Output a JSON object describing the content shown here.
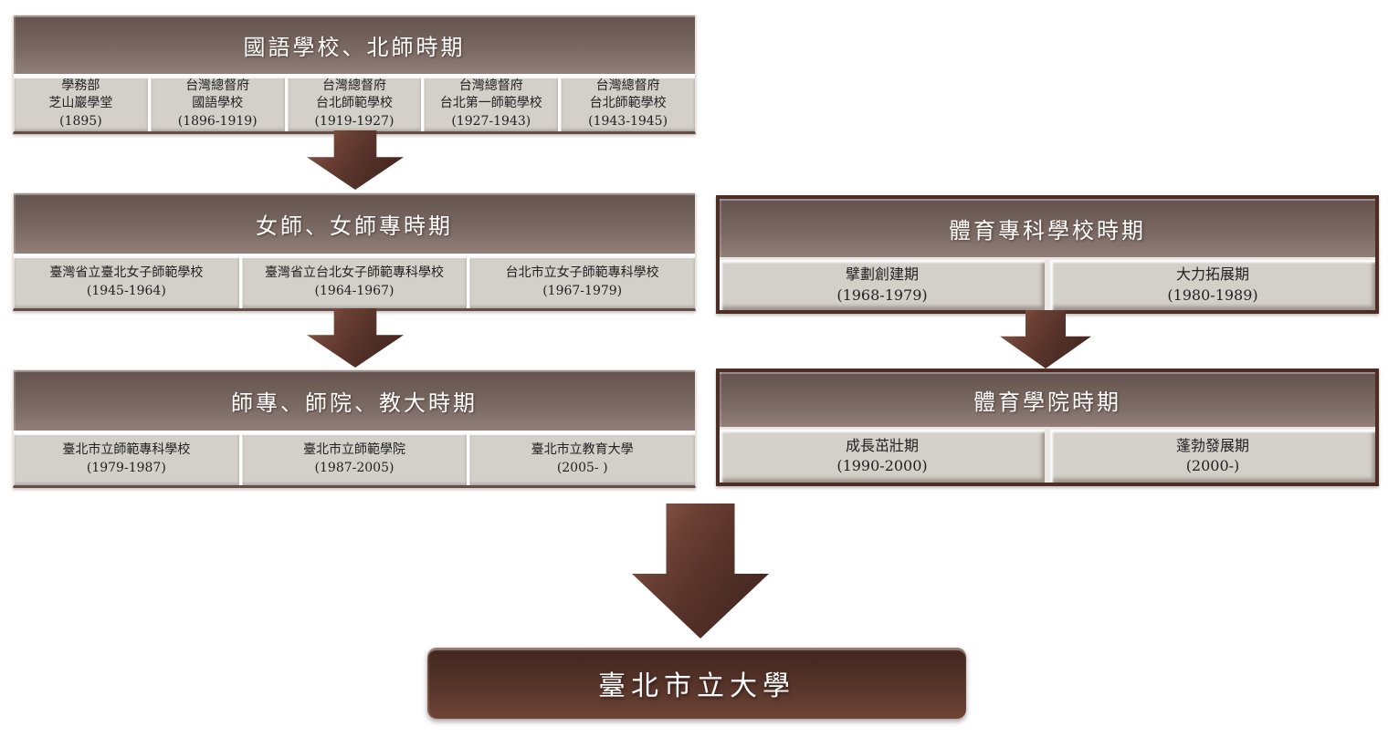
{
  "diagram": {
    "subject": "臺北市立大學",
    "colors": {
      "header_gradient_top": "#635250",
      "header_gradient_bottom": "#927f79",
      "cell_background": "#d3cfc9",
      "cell_text": "#222222",
      "arrow_brown": "#56322a",
      "frame_brown": "#4e2d24",
      "final_gradient_top": "#41261e",
      "final_gradient_bottom": "#6f4437",
      "background": "#ffffff"
    }
  },
  "groups": [
    {
      "header": "國語學校、北師時期",
      "items": [
        {
          "line1": "學務部",
          "line2": "芝山巖學堂",
          "years": "(1895)"
        },
        {
          "line1": "台灣總督府",
          "line2": "國語學校",
          "years": "(1896-1919)"
        },
        {
          "line1": "台灣總督府",
          "line2": "台北師範學校",
          "years": "(1919-1927)"
        },
        {
          "line1": "台灣總督府",
          "line2": "台北第一師範學校",
          "years": "(1927-1943)"
        },
        {
          "line1": "台灣總督府",
          "line2": "台北師範學校",
          "years": "(1943-1945)"
        }
      ]
    },
    {
      "header": "女師、女師專時期",
      "items": [
        {
          "line1": "臺灣省立臺北女子師範學校",
          "years": "(1945-1964)"
        },
        {
          "line1": "臺灣省立台北女子師範專科學校",
          "years": "(1964-1967)"
        },
        {
          "line1": "台北市立女子師範專科學校",
          "years": "(1967-1979)"
        }
      ]
    },
    {
      "header": "師專、師院、教大時期",
      "items": [
        {
          "line1": "臺北市立師範專科學校",
          "years": "(1979-1987)"
        },
        {
          "line1": "臺北市立師範學院",
          "years": "(1987-2005)"
        },
        {
          "line1": "臺北市立教育大學",
          "years": "(2005- )"
        }
      ]
    },
    {
      "header": "體育專科學校時期",
      "items": [
        {
          "line1": "擘劃創建期",
          "years": "(1968-1979)"
        },
        {
          "line1": "大力拓展期",
          "years": "(1980-1989)"
        }
      ]
    },
    {
      "header": "體育學院時期",
      "items": [
        {
          "line1": "成長茁壯期",
          "years": "(1990-2000)"
        },
        {
          "line1": "蓬勃發展期",
          "years": "(2000-)"
        }
      ]
    }
  ],
  "final": {
    "label": "臺北市立大學"
  }
}
